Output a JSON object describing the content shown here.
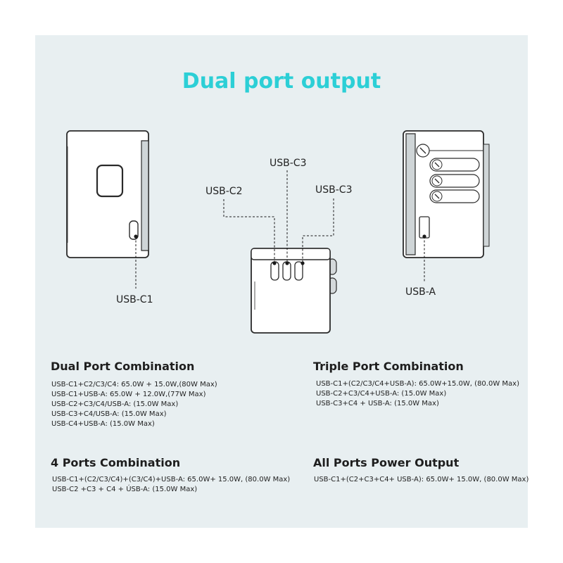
{
  "title": "Dual port output",
  "port_labels": {
    "usb_c1": "USB-C1",
    "usb_c2": "USB-C2",
    "usb_c3_top": "USB-C3",
    "usb_c3_right": "USB-C3",
    "usb_a": "USB-A"
  },
  "icons": [
    "adapter-side-view-icon",
    "adapter-front-view-icon",
    "adapter-plug-side-view-icon"
  ],
  "colors": {
    "accent": "#2ccfd6",
    "panel": "#e8eff1",
    "text": "#1e1e1e"
  },
  "sections": {
    "dual": {
      "heading": "Dual Port Combination",
      "lines": [
        "USB-C1+C2/C3/C4: 65.0W + 15.0W,(80W Max)",
        "USB-C1+USB-A: 65.0W + 12.0W,(77W Max)",
        "USB-C2+C3/C4/USB-A: (15.0W Max)",
        "USB-C3+C4/USB-A: (15.0W Max)",
        "USB-C4+USB-A: (15.0W Max)"
      ]
    },
    "triple": {
      "heading": "Triple Port Combination",
      "lines": [
        "USB-C1+(C2/C3/C4+USB-A): 65.0W+15.0W, (80.0W Max)",
        "USB-C2+C3/C4+USB-A: (15.0W Max)",
        "USB-C3+C4 + USB-A: (15.0W Max)"
      ]
    },
    "four": {
      "heading": "4 Ports Combination",
      "lines": [
        "USB-C1+(C2/C3/C4)+(C3/C4)+USB-A: 65.0W+ 15.0W, (80.0W Max)",
        "USB-C2 +C3 + C4 + ÚSB-A: (15.0W Max)"
      ]
    },
    "all": {
      "heading": "All Ports Power Output",
      "lines": [
        "USB-C1+(C2+C3+C4+ USB-A): 65.0W+ 15.0W, (80.0W Max)"
      ]
    }
  }
}
